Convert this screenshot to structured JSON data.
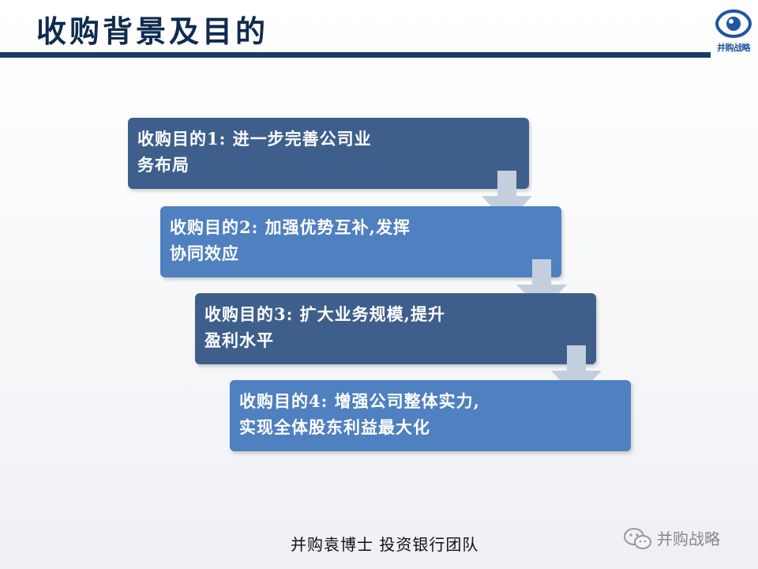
{
  "slide": {
    "title": "收购背景及目的",
    "logo_text": "并购战略",
    "steps": [
      {
        "line1": "收购目的1:  进一步完善公司业",
        "line2": "务布局"
      },
      {
        "line1": "收购目的2:  加强优势互补,发挥",
        "line2": "协同效应"
      },
      {
        "line1": "收购目的3:  扩大业务规模,提升",
        "line2": "盈利水平"
      },
      {
        "line1": "收购目的4:  增强公司整体实力,",
        "line2": "实现全体股东利益最大化"
      }
    ],
    "footer": "并购袁博士 投资银行团队",
    "watermark": "并购战略"
  },
  "colors": {
    "title": "#0f2b4f",
    "rule": "#1d3a63",
    "box_dark": "#3e5f8c",
    "box_light": "#4f80bf",
    "arrow": "#c4cfdd",
    "logo": "#1e56a0"
  }
}
